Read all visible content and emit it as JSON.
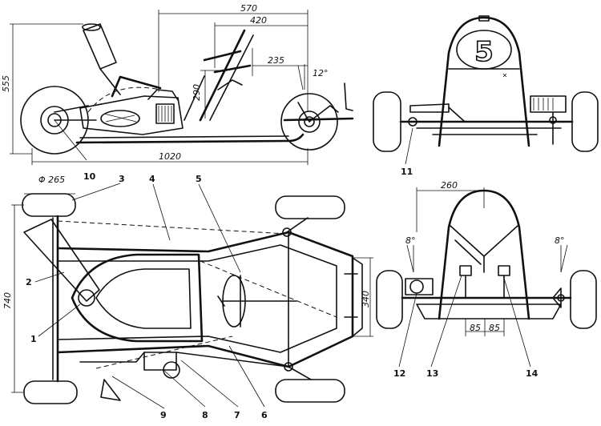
{
  "dimensions": {
    "d570": "570",
    "d420": "420",
    "d235": "235",
    "d290": "290",
    "d1020": "1020",
    "d555": "555",
    "angle_side": "12°",
    "d_wheel": "Φ 265",
    "d740": "740",
    "d340": "340",
    "d260": "260",
    "angle_left": "8°",
    "angle_right": "8°",
    "d85a": "85",
    "d85b": "85"
  },
  "callouts": [
    "1",
    "2",
    "3",
    "4",
    "5",
    "6",
    "7",
    "8",
    "9",
    "10",
    "11",
    "12",
    "13",
    "14"
  ],
  "kart_number": "5"
}
